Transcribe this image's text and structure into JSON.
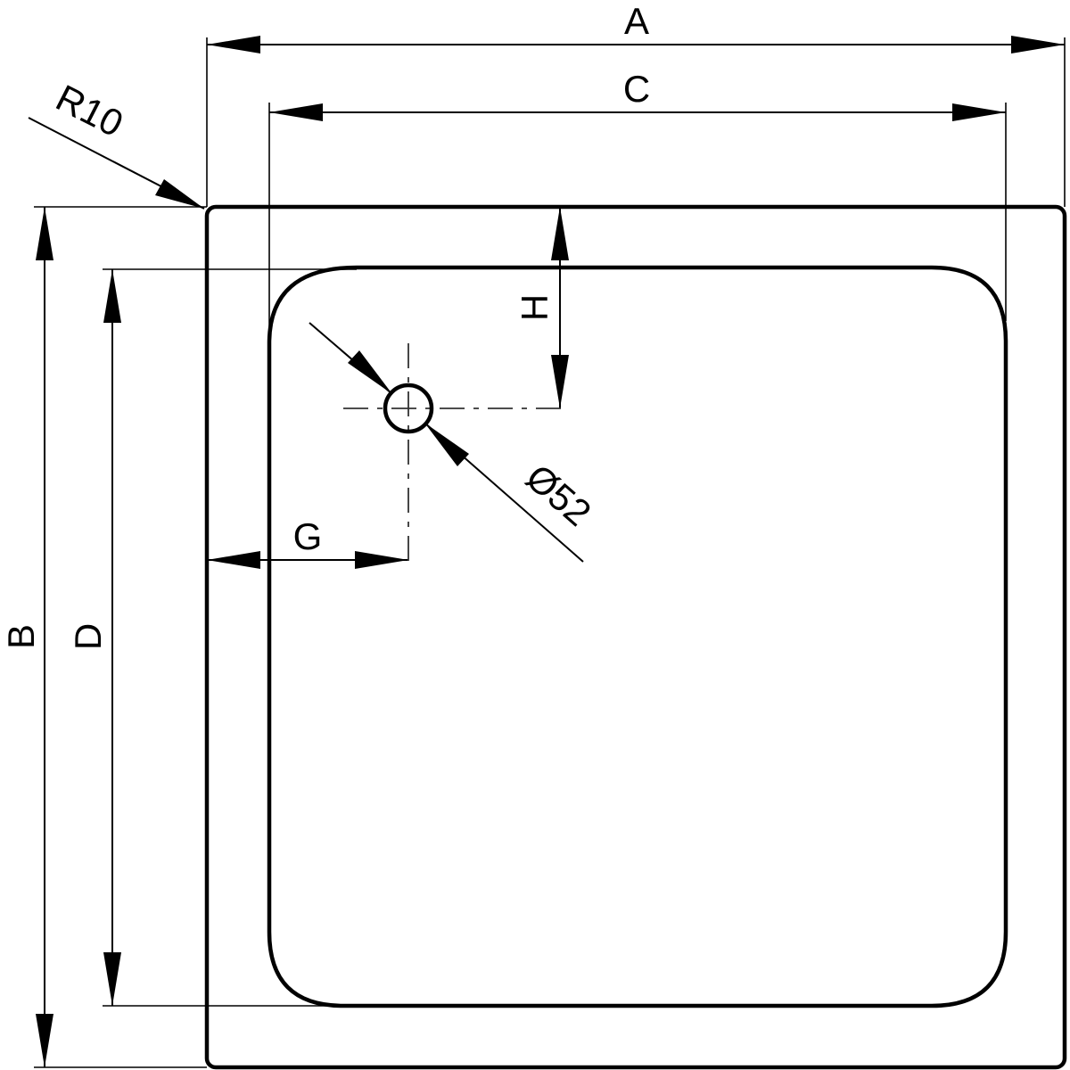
{
  "labels": {
    "A": "A",
    "B": "B",
    "C": "C",
    "D": "D",
    "G": "G",
    "H": "H",
    "radius": "R10",
    "drain_diameter": "Ø52"
  },
  "colors": {
    "line": "#000000",
    "background": "#ffffff"
  }
}
